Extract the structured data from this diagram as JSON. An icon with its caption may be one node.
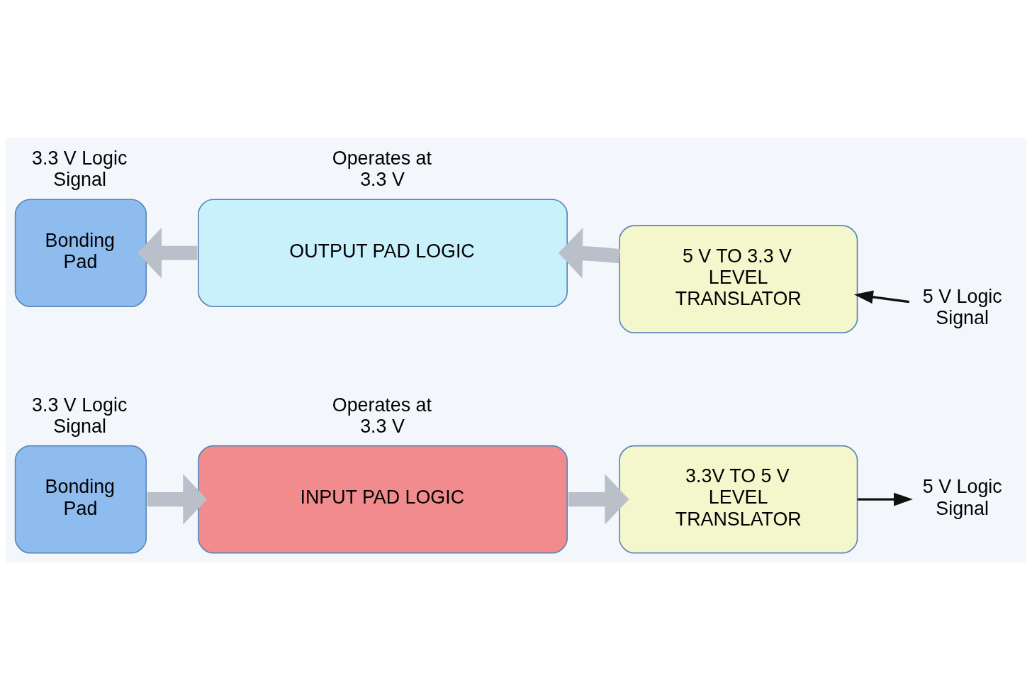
{
  "diagram": {
    "nodes": [
      {
        "text": [
          "Bonding Pad"
        ],
        "beside": [
          "3.3 V Logic Signal"
        ]
      },
      {
        "text": [
          "OUTPUT PAD LOGIC"
        ],
        "beside": [
          "Operates at 3.3 V"
        ]
      },
      {
        "text": [
          "5 V TO 3.3 V LEVEL TRANSLATOR"
        ]
      },
      {
        "text": [
          "Bonding Pad"
        ],
        "beside": [
          "3.3 V Logic Signal"
        ]
      },
      {
        "text": [
          "INPUT PAD LOGIC"
        ],
        "beside": [
          "Operates at 3.3 V"
        ]
      },
      {
        "text": [
          "3.3V TO 5 V LEVEL TRANSLATOR"
        ]
      },
      {
        "text": [
          "5 V Logic Signal"
        ]
      },
      {
        "text": [
          "5 V Logic Signal"
        ]
      }
    ],
    "edges": [
      {
        "from": 1,
        "to": 0,
        "arrow": "to"
      },
      {
        "from": 2,
        "to": 1,
        "arrow": "to"
      },
      {
        "from": 6,
        "to": 2,
        "arrow": "to",
        "color": "#111111"
      },
      {
        "from": 3,
        "to": 4,
        "arrow": "to"
      },
      {
        "from": 4,
        "to": 5,
        "arrow": "to"
      },
      {
        "from": 5,
        "to": 7,
        "arrow": "to",
        "color": "#111111"
      }
    ]
  }
}
